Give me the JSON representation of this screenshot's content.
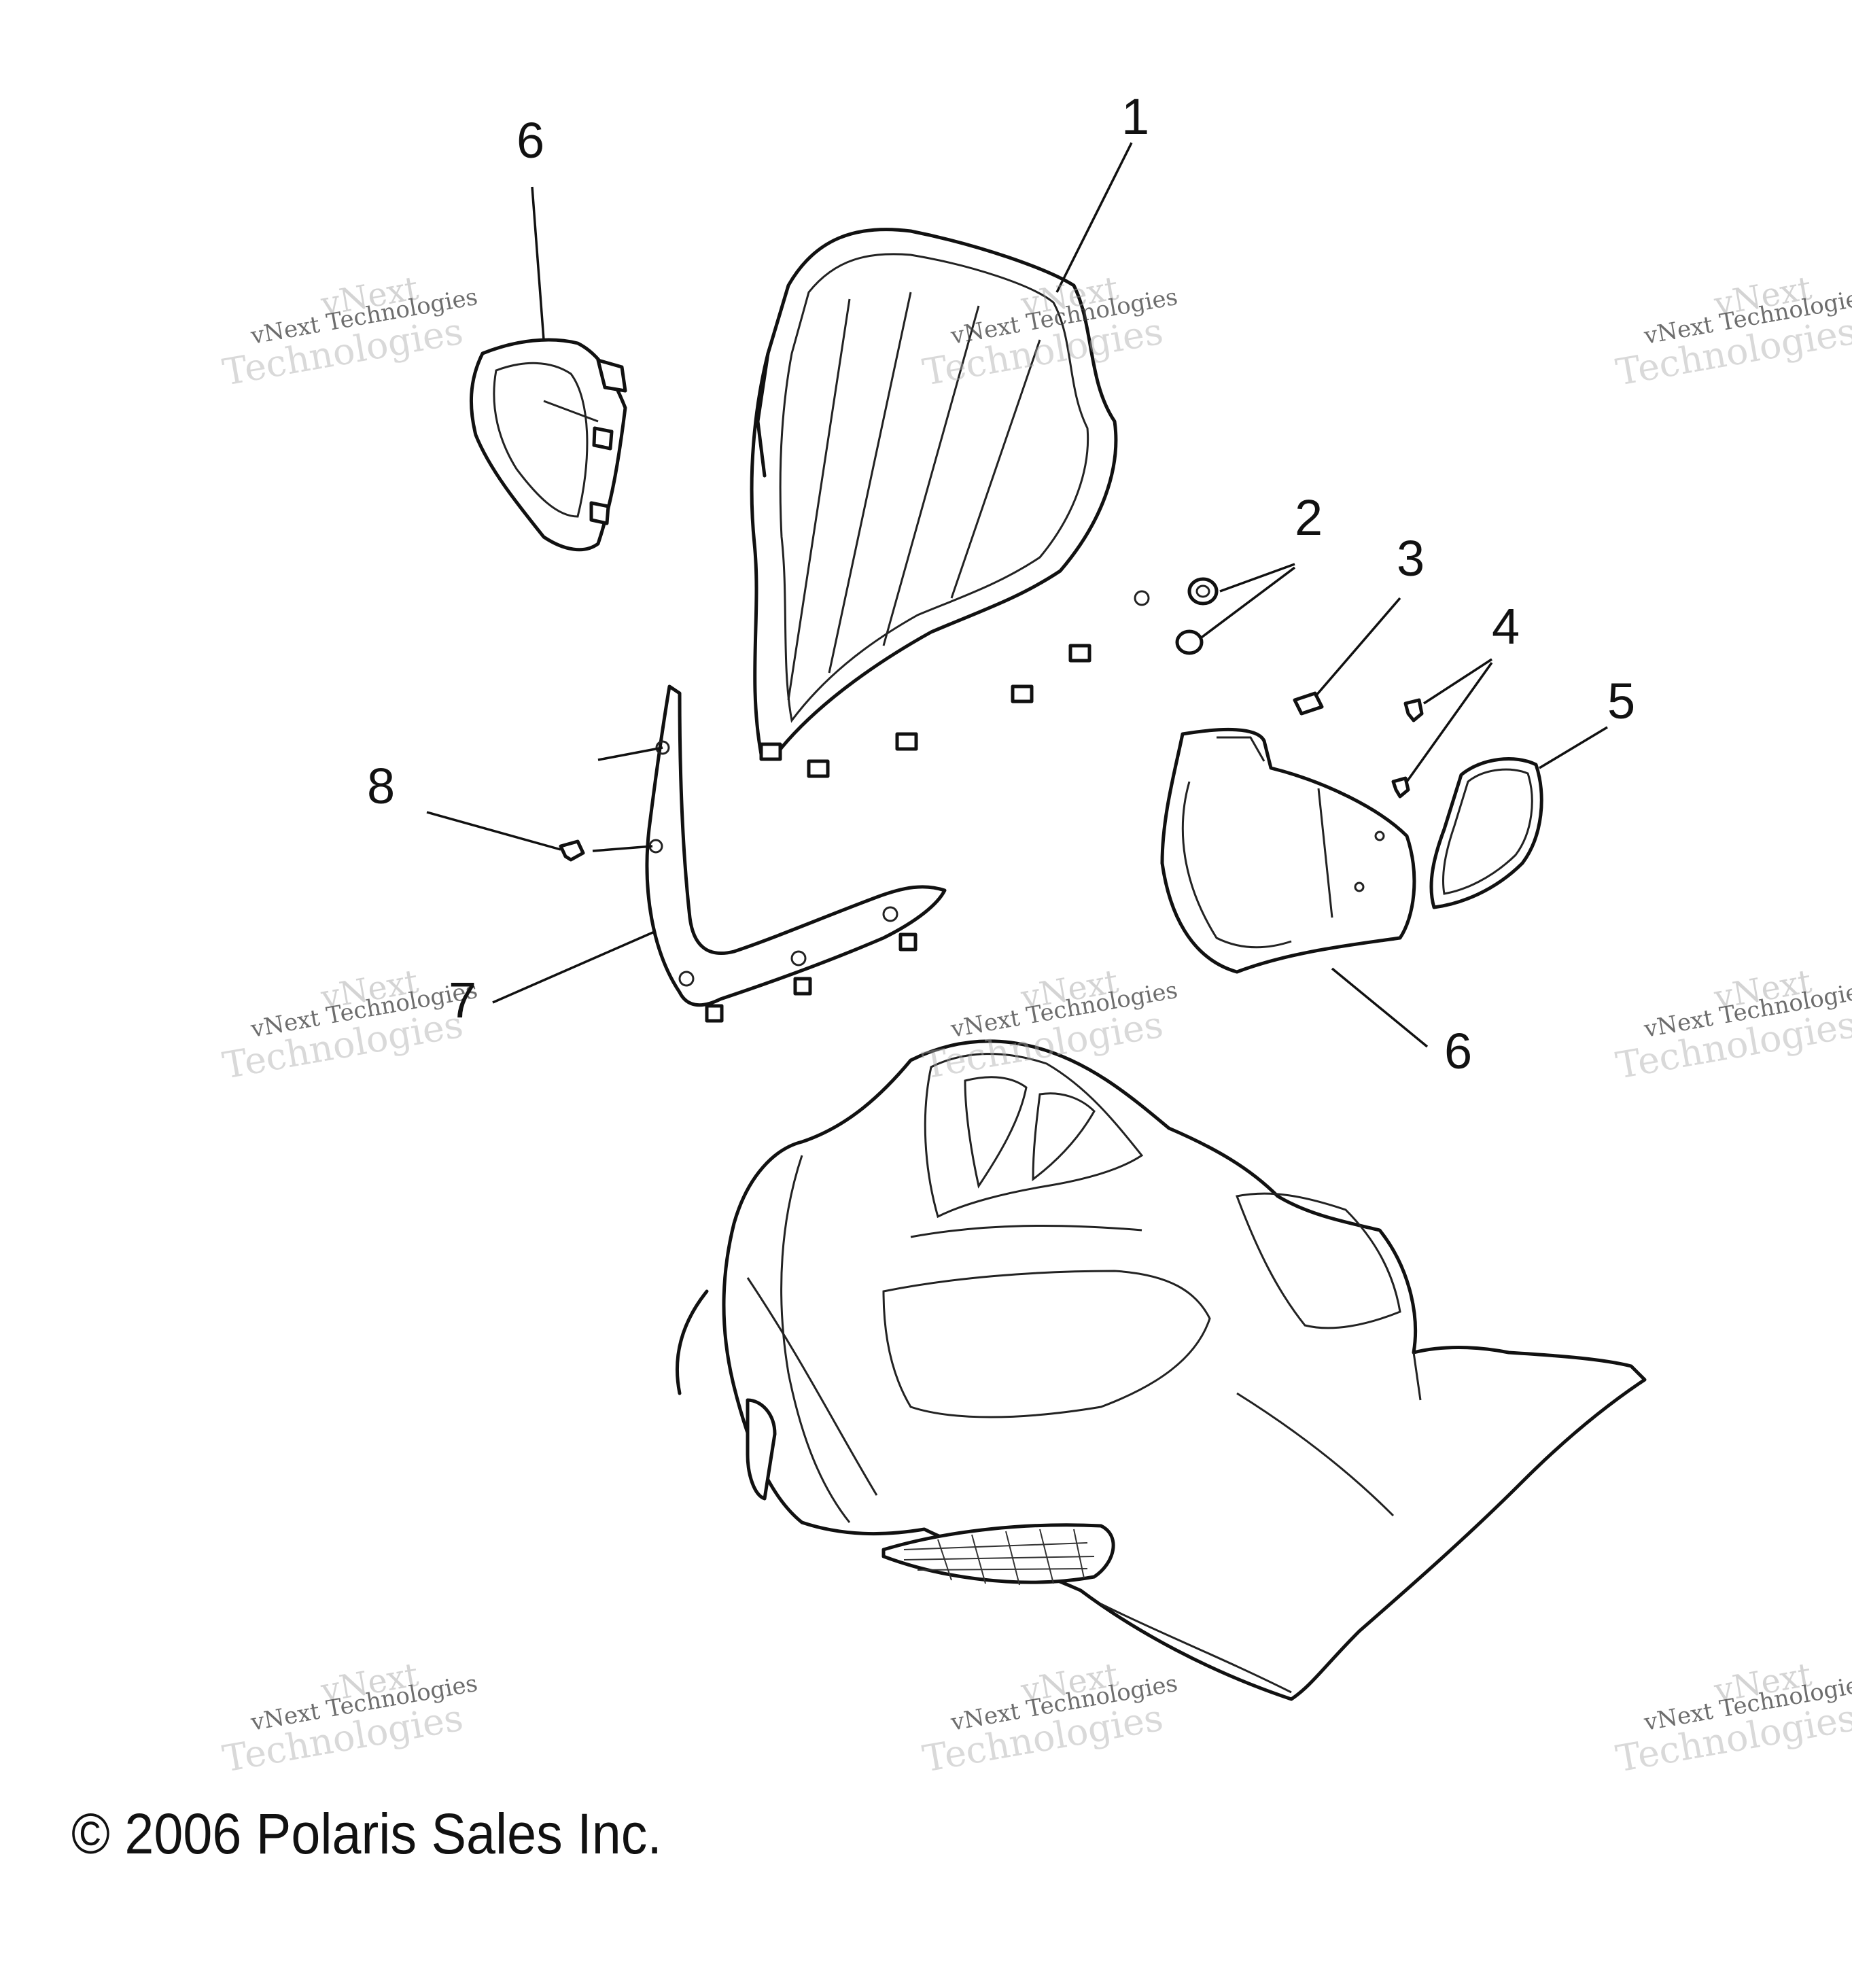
{
  "callouts": {
    "c1": "1",
    "c2": "2",
    "c3": "3",
    "c4": "4",
    "c5": "5",
    "c6_left": "6",
    "c6_right": "6",
    "c7": "7",
    "c8": "8"
  },
  "copyright": "© 2006 Polaris Sales Inc.",
  "watermark": {
    "line1": "vNext",
    "line2": "vNext Technologies",
    "line3": "Technologies"
  }
}
